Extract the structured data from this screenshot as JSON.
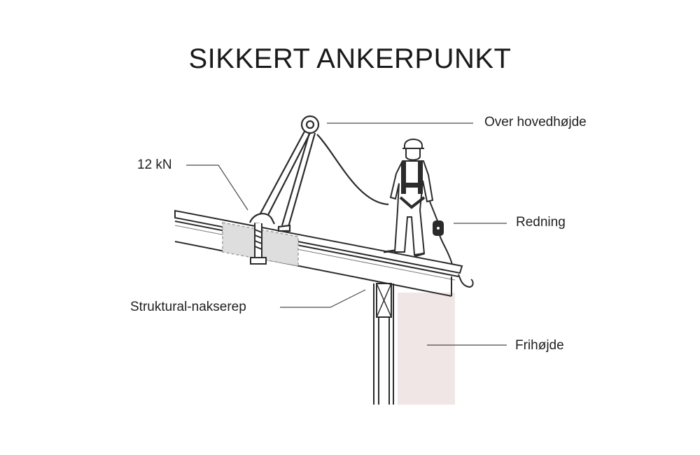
{
  "title": "SIKKERT ANKERPUNKT",
  "labels": {
    "over_head": "Over hovedhøjde",
    "load": "12 kN",
    "rescue": "Redning",
    "structural": "Struktural-nakserep",
    "clearance": "Frihøjde"
  },
  "colors": {
    "line": "#2b2b2b",
    "concrete": "#dedede",
    "clearance_zone": "#f1e6e6"
  }
}
